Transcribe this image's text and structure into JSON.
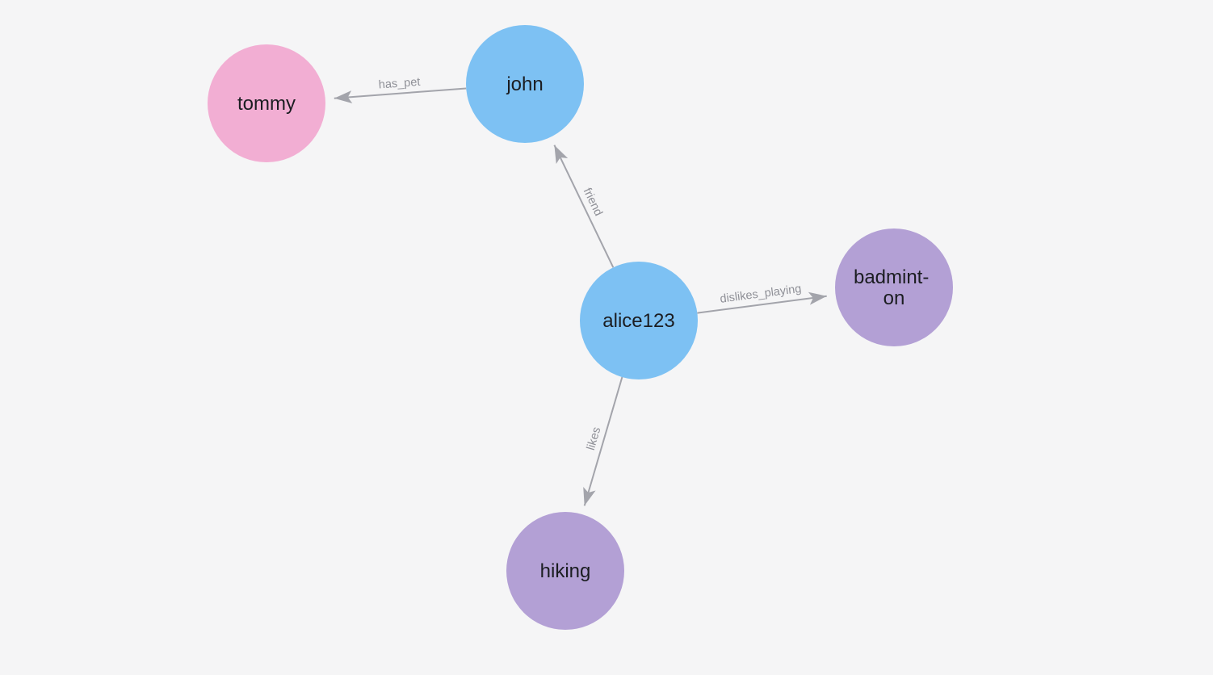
{
  "colors": {
    "background": "#f5f5f6",
    "edge": "#a3a4ab",
    "edge_label": "#8f9097",
    "node_text": "#1b1d21"
  },
  "graph": {
    "nodes": [
      {
        "id": "tommy",
        "label": "tommy",
        "color": "#f2aed3"
      },
      {
        "id": "john",
        "label": "john",
        "color": "#7dc1f3"
      },
      {
        "id": "alice123",
        "label": "alice123",
        "color": "#7dc1f3"
      },
      {
        "id": "badminton",
        "label": "badminton",
        "label_lines": [
          "badmint-",
          "on"
        ],
        "color": "#b3a0d5"
      },
      {
        "id": "hiking",
        "label": "hiking",
        "color": "#b3a0d5"
      }
    ],
    "edges": [
      {
        "from": "john",
        "to": "tommy",
        "label": "has_pet"
      },
      {
        "from": "alice123",
        "to": "john",
        "label": "friend"
      },
      {
        "from": "alice123",
        "to": "badminton",
        "label": "dislikes_playing"
      },
      {
        "from": "alice123",
        "to": "hiking",
        "label": "likes"
      }
    ]
  }
}
